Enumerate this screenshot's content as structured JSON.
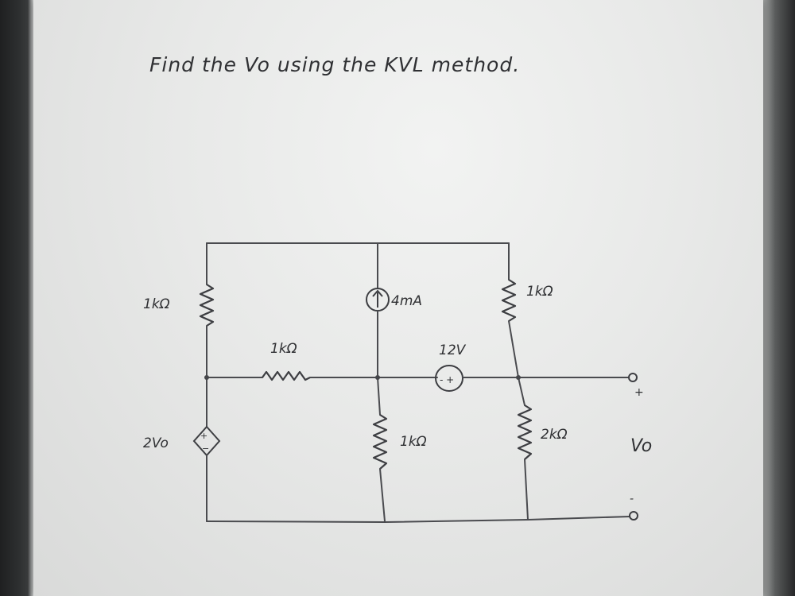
{
  "title": "Find the Vo using the KVL method.",
  "labels": {
    "r_left_top": "1kΩ",
    "r_middle_horizontal": "1kΩ",
    "current_source": "4mA",
    "voltage_source": "12V",
    "voltage_source_polarity": "- +",
    "r_right_top": "1kΩ",
    "dependent_source": "2Vo",
    "dependent_source_polarity": "+ -",
    "r_center_bottom": "1kΩ",
    "r_right_bottom": "2kΩ",
    "output_label": "Vo",
    "output_plus": "+",
    "output_minus": "-"
  }
}
